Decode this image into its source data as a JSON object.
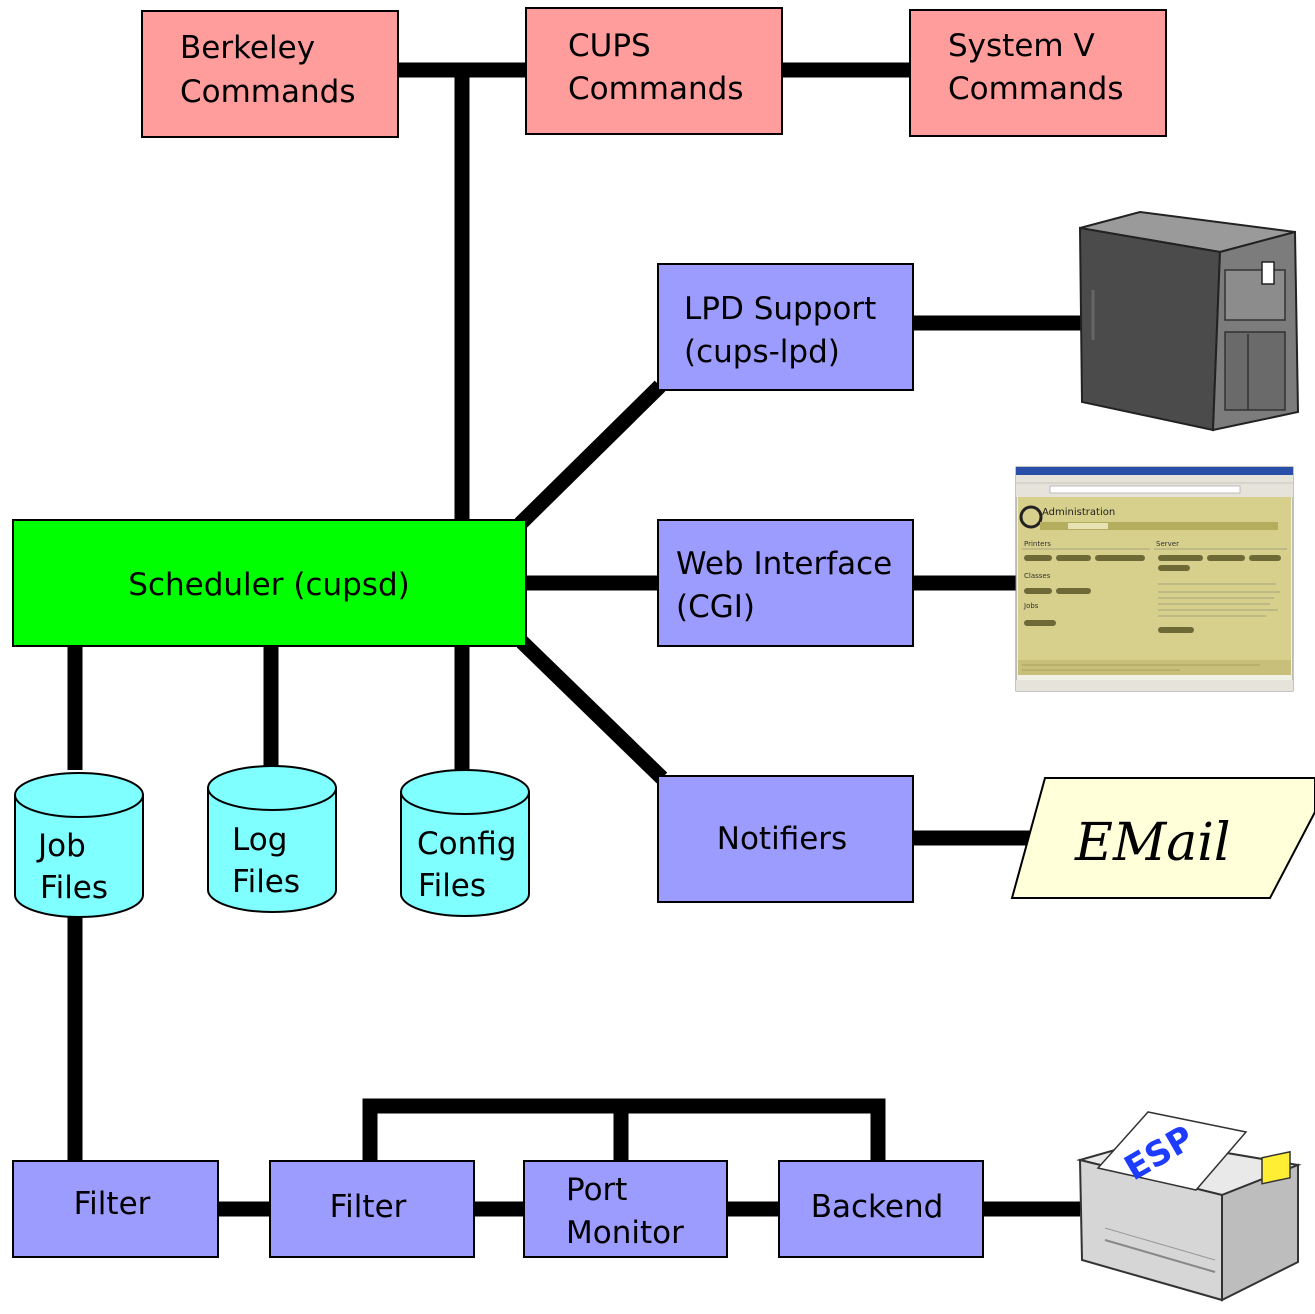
{
  "colors": {
    "command_box": "#ff9c9c",
    "scheduler_box": "#00ff00",
    "component_box": "#9c9cff",
    "file_cylinder": "#7fffff",
    "connector": "#000000",
    "email_card": "#ffffd9"
  },
  "commands": {
    "berkeley": [
      "Berkeley",
      "Commands"
    ],
    "cups": [
      "CUPS",
      "Commands"
    ],
    "systemv": [
      "System V",
      "Commands"
    ]
  },
  "scheduler": {
    "label": "Scheduler (cupsd)"
  },
  "components": {
    "lpd": [
      "LPD Support",
      "(cups-lpd)"
    ],
    "web": [
      "Web Interface",
      "(CGI)"
    ],
    "notifiers": "Notifiers"
  },
  "files": {
    "job": [
      "Job",
      "Files"
    ],
    "log": [
      "Log",
      "Files"
    ],
    "config": [
      "Config",
      "Files"
    ]
  },
  "pipeline": {
    "filter1": "Filter",
    "filter2": "Filter",
    "port_monitor": [
      "Port",
      "Monitor"
    ],
    "backend": "Backend"
  },
  "externals": {
    "server_icon": "server-tower-icon",
    "web_screenshot": {
      "title": "Administration",
      "sections": [
        "Printers",
        "Classes",
        "Jobs",
        "Server"
      ]
    },
    "email": "EMail",
    "printer_icon": "printer-icon",
    "printer_paper_text": "ESP"
  }
}
